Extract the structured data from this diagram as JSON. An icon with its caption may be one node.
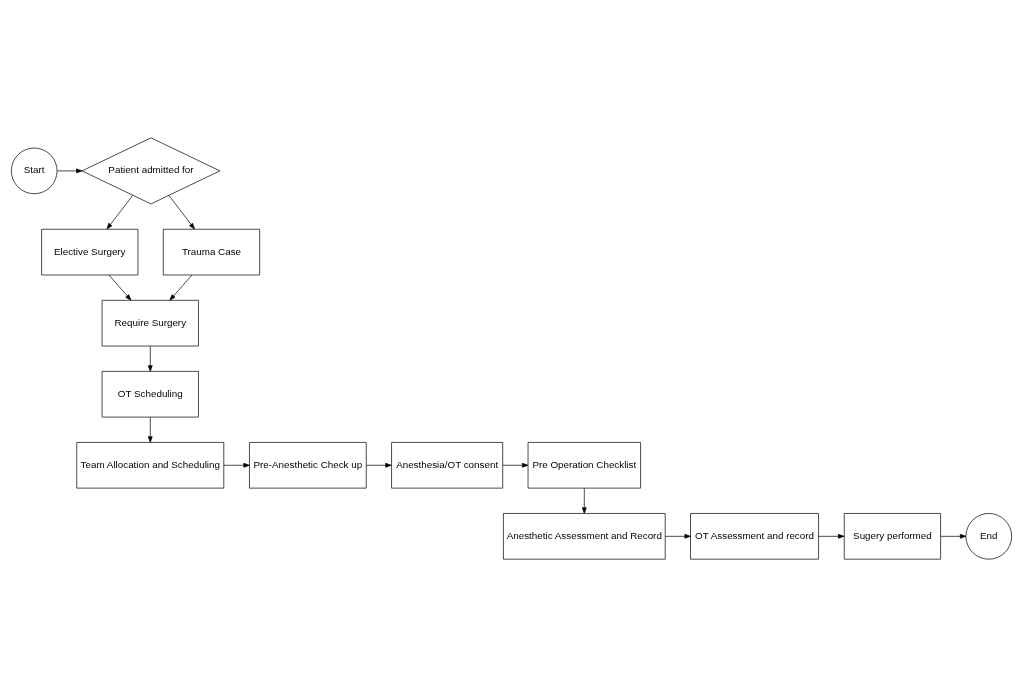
{
  "diagram": {
    "nodes": [
      {
        "text": [
          "Start"
        ]
      },
      {
        "text": [
          "Patient admitted for"
        ]
      },
      {
        "text": [
          "Elective Surgery"
        ]
      },
      {
        "text": [
          "Trauma Case"
        ]
      },
      {
        "text": [
          "Require Surgery"
        ]
      },
      {
        "text": [
          "OT Scheduling"
        ]
      },
      {
        "text": [
          "Team Allocation and Scheduling"
        ]
      },
      {
        "text": [
          "Pre-Anesthetic Check up"
        ]
      },
      {
        "text": [
          "Anesthesia/OT consent"
        ]
      },
      {
        "text": [
          "Pre Operation Checklist"
        ]
      },
      {
        "text": [
          "Anesthetic Assessment and Record"
        ]
      },
      {
        "text": [
          "OT Assessment and record"
        ]
      },
      {
        "text": [
          "Sugery performed"
        ]
      },
      {
        "text": [
          "End"
        ]
      }
    ],
    "edges": [
      {
        "from": 0,
        "to": 1,
        "arrow": "to"
      },
      {
        "from": 1,
        "to": 2,
        "arrow": "to"
      },
      {
        "from": 1,
        "to": 3,
        "arrow": "to"
      },
      {
        "from": 2,
        "to": 4,
        "arrow": "to"
      },
      {
        "from": 3,
        "to": 4,
        "arrow": "to"
      },
      {
        "from": 4,
        "to": 5,
        "arrow": "to"
      },
      {
        "from": 5,
        "to": 6,
        "arrow": "to"
      },
      {
        "from": 6,
        "to": 7,
        "arrow": "to"
      },
      {
        "from": 7,
        "to": 8,
        "arrow": "to"
      },
      {
        "from": 8,
        "to": 9,
        "arrow": "to"
      },
      {
        "from": 9,
        "to": 10,
        "arrow": "to"
      },
      {
        "from": 10,
        "to": 11,
        "arrow": "to"
      },
      {
        "from": 11,
        "to": 12,
        "arrow": "to"
      },
      {
        "from": 12,
        "to": 13,
        "arrow": "to"
      }
    ]
  }
}
